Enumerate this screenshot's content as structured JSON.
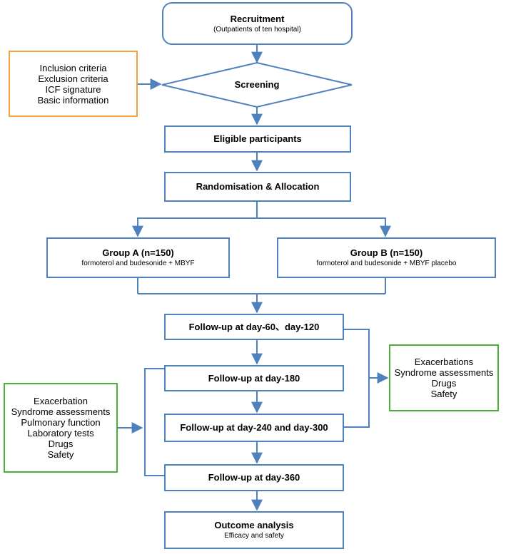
{
  "recruitment": {
    "title": "Recruitment",
    "subtitle": "(Outpatients of ten hospital)"
  },
  "criteria": {
    "items": [
      "Inclusion criteria",
      "Exclusion criteria",
      "ICF signature",
      "Basic information"
    ],
    "border_color": "#f4a23a"
  },
  "screening": {
    "title": "Screening"
  },
  "eligible": {
    "title": "Eligible participants"
  },
  "randomisation": {
    "title": "Randomisation & Allocation"
  },
  "group_a": {
    "title": "Group A (n=150)",
    "subtitle": "formoterol and budesonide + MBYF"
  },
  "group_b": {
    "title": "Group B (n=150)",
    "subtitle": "formoterol and budesonide + MBYF placebo"
  },
  "followups": {
    "f60_120": "Follow-up at day-60、day-120",
    "f180": "Follow-up at day-180",
    "f240_300": "Follow-up at day-240 and day-300",
    "f360": "Follow-up at day-360"
  },
  "assess_right": {
    "items": [
      "Exacerbations",
      "Syndrome assessments",
      "Drugs",
      "Safety"
    ],
    "border_color": "#4caf3a"
  },
  "assess_left": {
    "items": [
      "Exacerbation",
      "Syndrome assessments",
      "Pulmonary function",
      "Laboratory tests",
      "Drugs",
      "Safety"
    ],
    "border_color": "#4caf3a"
  },
  "outcome": {
    "title": "Outcome analysis",
    "subtitle": "Efficacy and safety"
  },
  "colors": {
    "flow": "#4f81bd"
  }
}
